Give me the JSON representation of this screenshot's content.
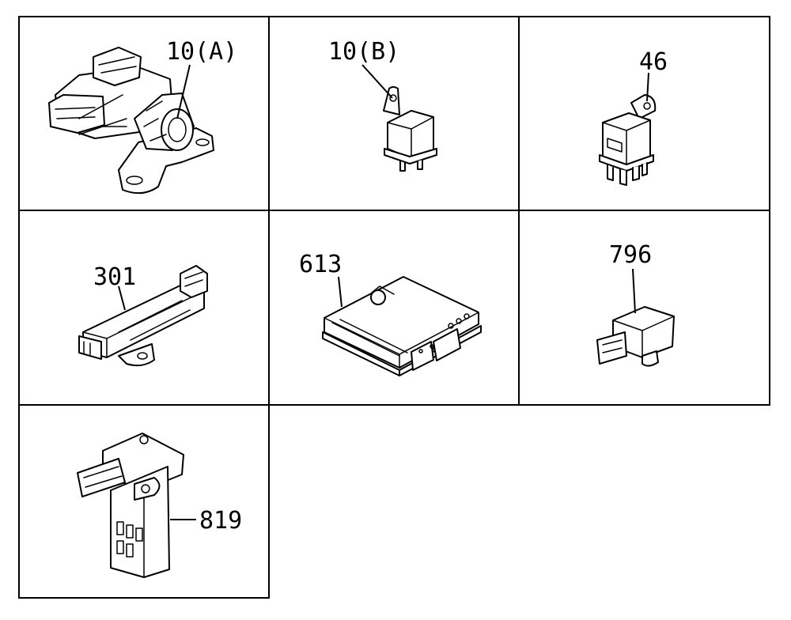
{
  "parts": [
    {
      "id": "part-10a",
      "callout": "10(A)"
    },
    {
      "id": "part-10b",
      "callout": "10(B)"
    },
    {
      "id": "part-46",
      "callout": "46"
    },
    {
      "id": "part-301",
      "callout": "301"
    },
    {
      "id": "part-613",
      "callout": "613"
    },
    {
      "id": "part-796",
      "callout": "796"
    },
    {
      "id": "part-819",
      "callout": "819"
    }
  ]
}
